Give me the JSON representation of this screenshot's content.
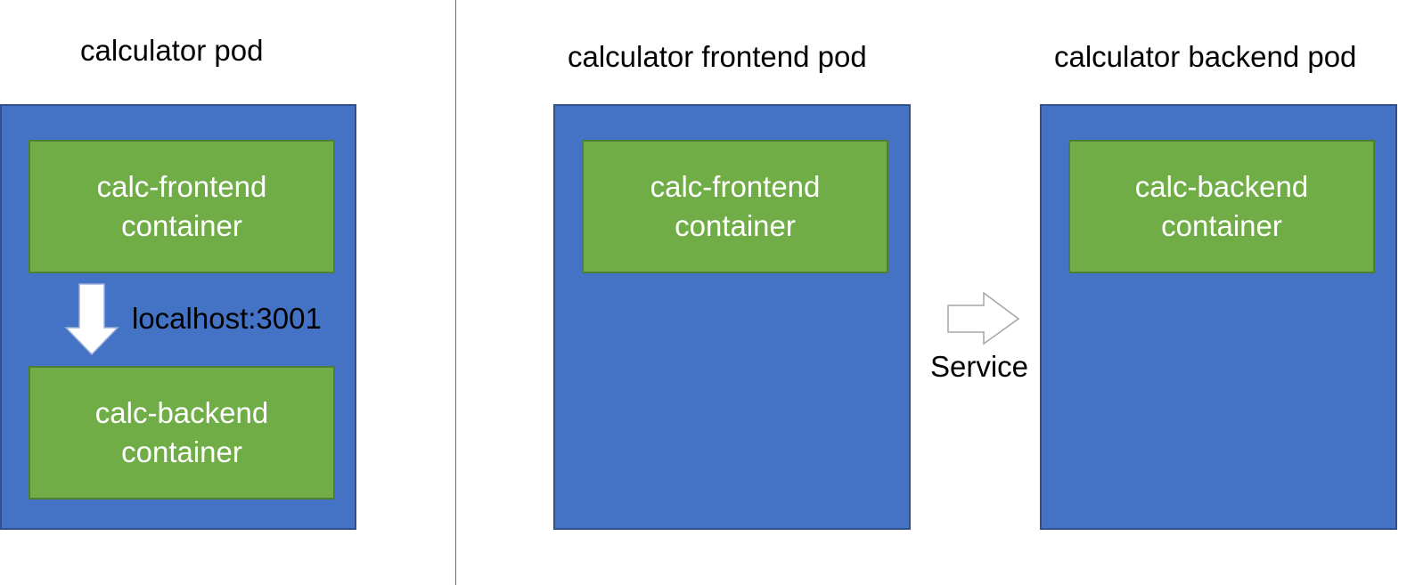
{
  "left_section": {
    "title": "calculator pod",
    "frontend_container": {
      "line1": "calc-frontend",
      "line2": "container"
    },
    "backend_container": {
      "line1": "calc-backend",
      "line2": "container"
    },
    "connection_label": "localhost:3001"
  },
  "right_section": {
    "frontend_pod": {
      "title": "calculator frontend pod",
      "container": {
        "line1": "calc-frontend",
        "line2": "container"
      }
    },
    "backend_pod": {
      "title": "calculator backend pod",
      "container": {
        "line1": "calc-backend",
        "line2": "container"
      }
    },
    "connection_label": "Service"
  },
  "colors": {
    "pod_fill": "#4472c4",
    "container_fill": "#70ad47",
    "divider": "#4472c4"
  }
}
